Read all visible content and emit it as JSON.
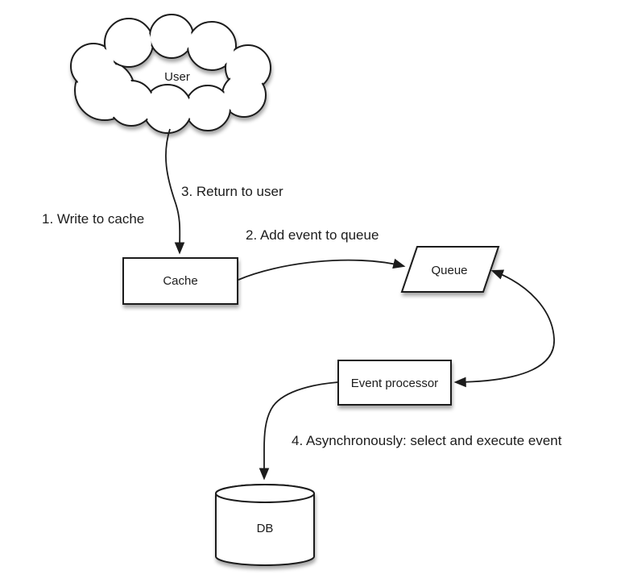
{
  "diagram": {
    "description": "Write-behind cache flow diagram",
    "background_color": "#ffffff",
    "stroke_color": "#1c1c1c",
    "text_color": "#1c1c1c",
    "nodes": [
      {
        "id": "user",
        "label": "User",
        "shape": "cloud"
      },
      {
        "id": "cache",
        "label": "Cache",
        "shape": "rectangle"
      },
      {
        "id": "queue",
        "label": "Queue",
        "shape": "parallelogram"
      },
      {
        "id": "event-processor",
        "label": "Event processor",
        "shape": "rectangle"
      },
      {
        "id": "db",
        "label": "DB",
        "shape": "cylinder"
      }
    ],
    "edges": [
      {
        "from": "user",
        "to": "cache",
        "label": "1. Write to cache",
        "direction": "one-way",
        "style": "curved"
      },
      {
        "from": "cache",
        "to": "user",
        "label": "3. Return to user",
        "direction": "one-way",
        "style": "curved"
      },
      {
        "from": "cache",
        "to": "queue",
        "label": "2. Add event to queue",
        "direction": "one-way",
        "style": "curved"
      },
      {
        "from": "queue",
        "to": "event-processor",
        "label": "",
        "direction": "two-way",
        "style": "curved"
      },
      {
        "from": "event-processor",
        "to": "db",
        "label": "4. Asynchronously: select and execute event",
        "direction": "one-way",
        "style": "curved"
      }
    ]
  }
}
